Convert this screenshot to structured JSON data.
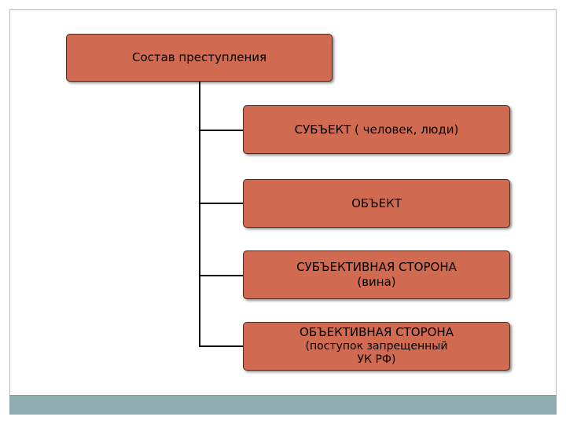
{
  "diagram": {
    "root": {
      "label": "Состав преступления"
    },
    "children": [
      {
        "line1": "СУБЪЕКТ ( человек, люди)"
      },
      {
        "line1": "ОБЪЕКТ"
      },
      {
        "line1": "СУБЪЕКТИВНАЯ СТОРОНА",
        "line2": "(вина)"
      },
      {
        "line1": "ОБЪЕКТИВНАЯ СТОРОНА",
        "line2": "(поступок запрещенный",
        "line3": "УК РФ)"
      }
    ]
  },
  "colors": {
    "node_fill": "#d06a50",
    "node_border": "#4d2a22",
    "connector": "#000000",
    "footer_band": "#8facb0"
  }
}
